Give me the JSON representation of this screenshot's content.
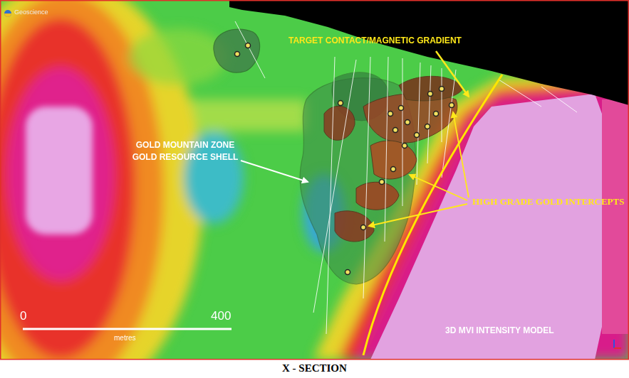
{
  "diagram": {
    "caption": "X - SECTION",
    "labels": [
      "Geoscience",
      "TARGET CONTACT/MAGNETIC GRADIENT",
      "GOLD MOUNTAIN ZONE GOLD RESOURCE SHELL",
      "HIGH GRADE GOLD INTERCEPTS",
      "0",
      "400",
      "metres",
      "3D MVI INTENSITY MODEL"
    ]
  }
}
